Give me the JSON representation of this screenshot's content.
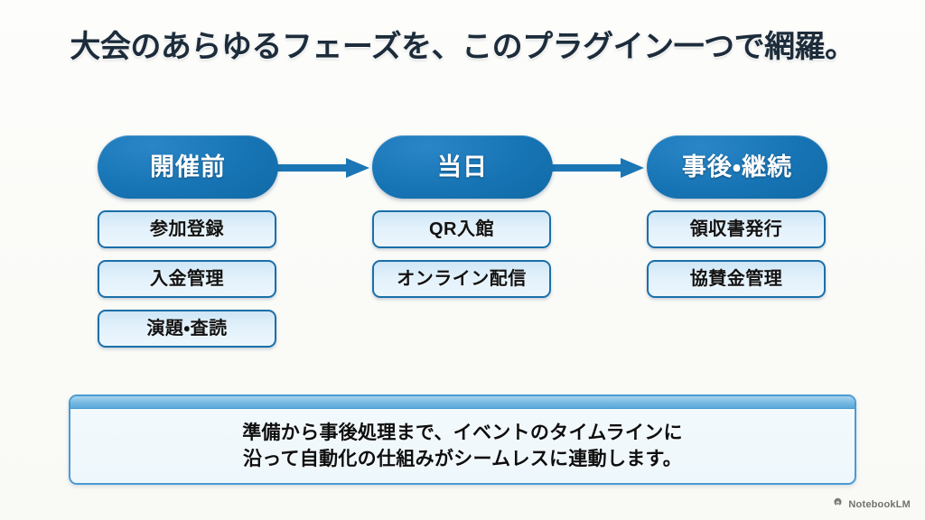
{
  "slide": {
    "title": "大会のあらゆるフェーズを、このプラグイン一つで網羅。",
    "background_color": "#fbfbf9"
  },
  "colors": {
    "phase_blue": "#1774b4",
    "sub_box_fill": "#e2f1fb",
    "sub_box_border": "#1b6fa8",
    "arrow_blue": "#1b76b5",
    "caption_border": "#4a9ad4",
    "caption_fill": "#eef7fc",
    "caption_strip": "#77b9e2",
    "title_color": "#1d2c3b"
  },
  "flow": {
    "columns": [
      {
        "phase": "開催前",
        "items": [
          "参加登録",
          "入金管理",
          "演題・査読"
        ]
      },
      {
        "phase": "当日",
        "items": [
          "QR入館",
          "オンライン配信"
        ]
      },
      {
        "phase": "事後・継続",
        "items": [
          "領収書発行",
          "協賛金管理"
        ]
      }
    ],
    "connectors": [
      {
        "icon": "arrow-right-icon",
        "from": "開催前",
        "to": "当日"
      },
      {
        "icon": "arrow-right-icon",
        "from": "当日",
        "to": "事後・継続"
      }
    ]
  },
  "caption": {
    "lines": [
      "準備から事後処理まで、イベントのタイムラインに",
      "沿って自動化の仕組みがシームレスに連動します。"
    ]
  },
  "footer": {
    "icon": "notebooklm-logo-icon",
    "text": "NotebookLM"
  }
}
